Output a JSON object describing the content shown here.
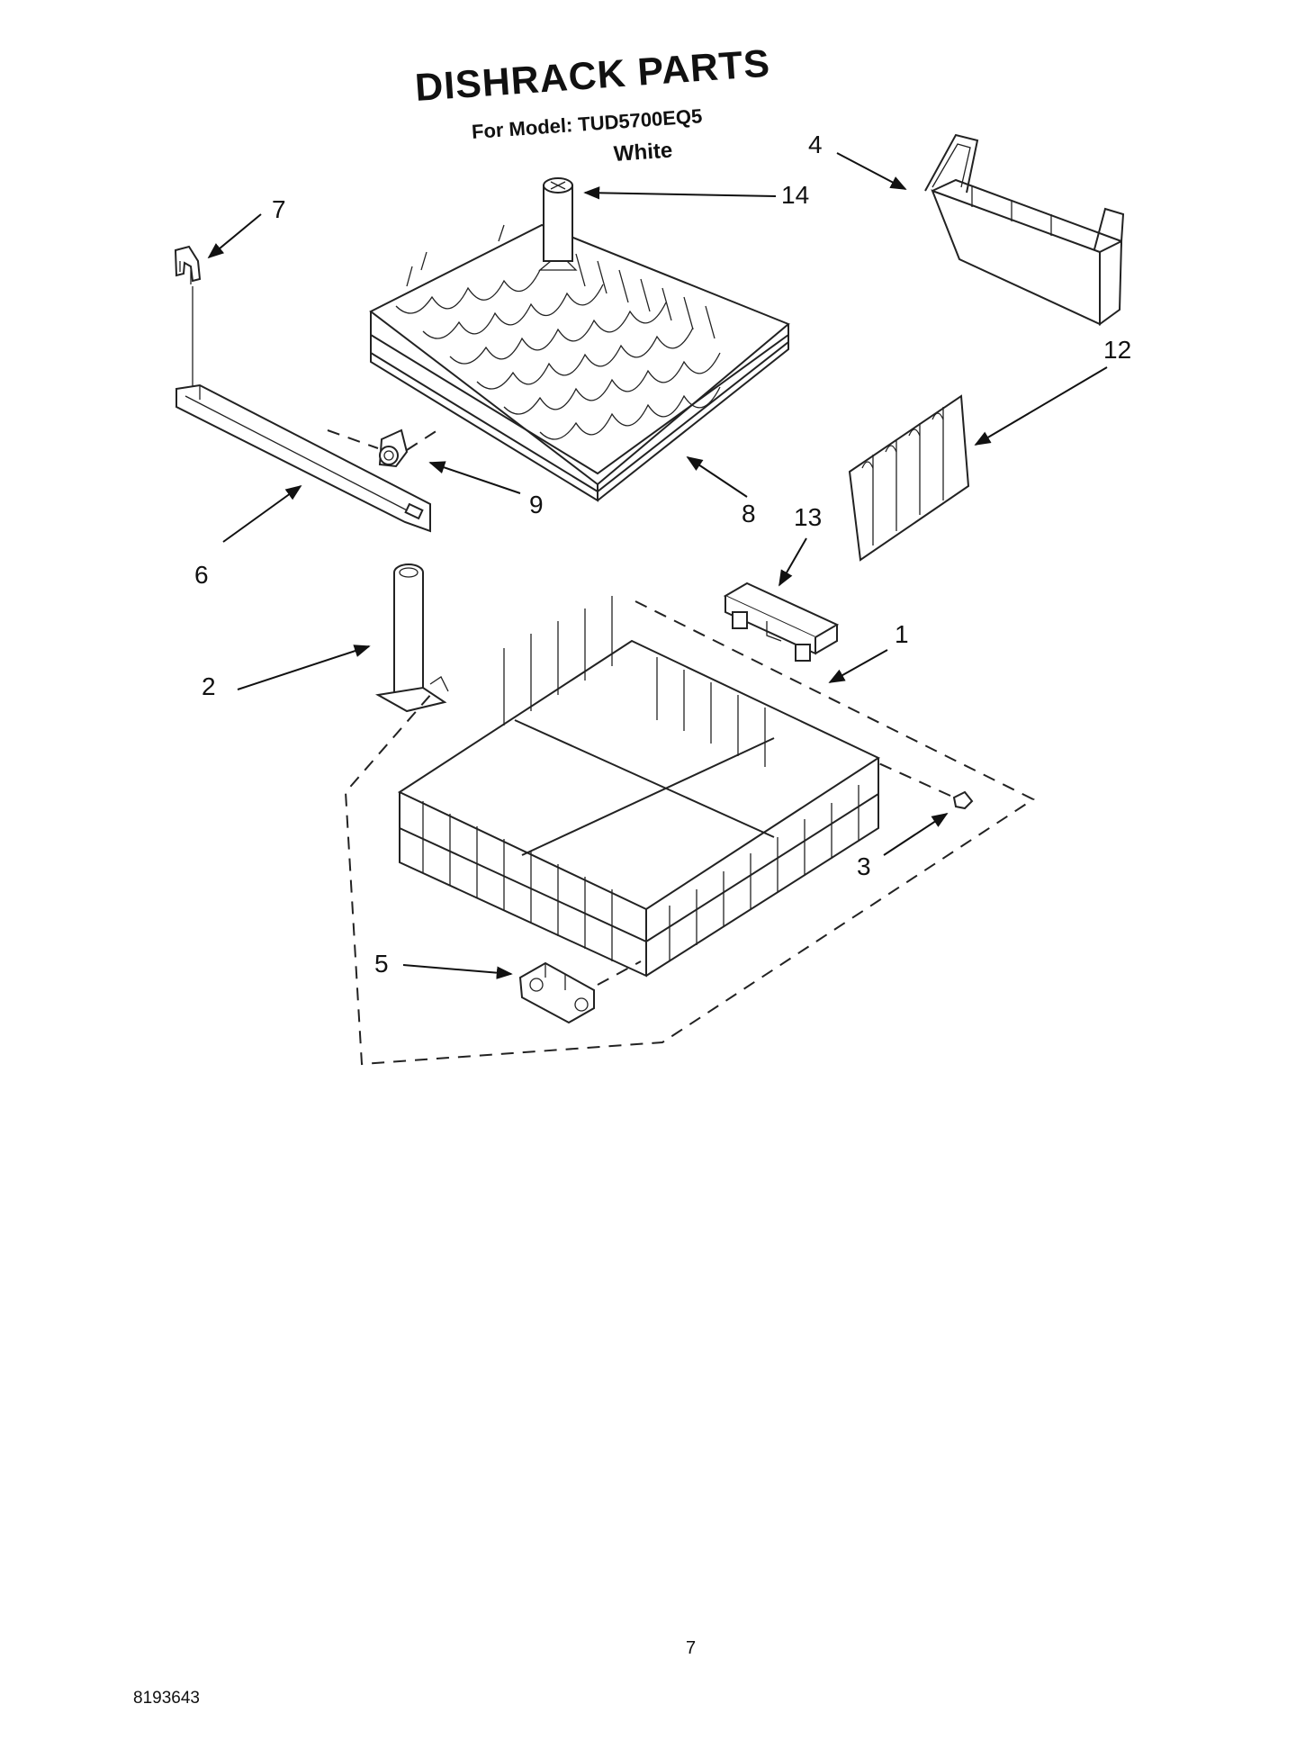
{
  "header": {
    "title": "DISHRACK PARTS",
    "model_line": "For Model: TUD5700EQ5",
    "color": "White"
  },
  "callouts": [
    "1",
    "2",
    "3",
    "4",
    "5",
    "6",
    "7",
    "8",
    "9",
    "12",
    "13",
    "14"
  ],
  "footer": {
    "page_number": "7",
    "document_number": "8193643"
  }
}
